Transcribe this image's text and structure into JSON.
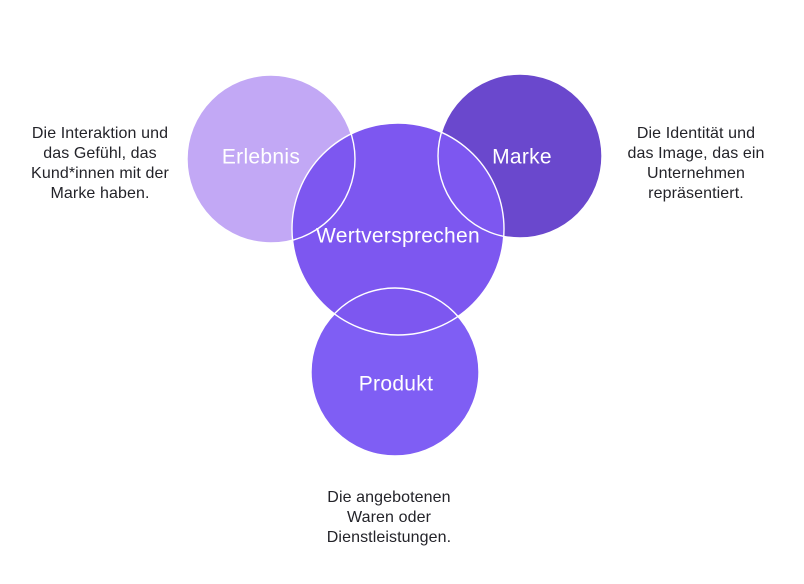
{
  "diagram": {
    "type": "venn",
    "background_color": "#ffffff",
    "outline_color": "#ffffff",
    "annotation_text_color": "#232329",
    "label_text_color": "#ffffff",
    "circles": {
      "erlebnis": {
        "label": "Erlebnis",
        "color": "#c2a8f5"
      },
      "marke": {
        "label": "Marke",
        "color": "#6a48cd"
      },
      "wertversprechen": {
        "label": "Wertversprechen",
        "color": "#7d57f0"
      },
      "produkt": {
        "label": "Produkt",
        "color": "#7f5ef4"
      }
    },
    "annotations": {
      "erlebnis": {
        "lines": [
          "Die Interaktion und",
          "das Gefühl, das",
          "Kund*innen mit der",
          "Marke haben."
        ]
      },
      "marke": {
        "lines": [
          "Die Identität und",
          "das Image, das ein",
          "Unternehmen",
          "repräsentiert."
        ]
      },
      "produkt": {
        "lines": [
          "Die angebotenen",
          "Waren oder",
          "Dienstleistungen."
        ]
      }
    }
  }
}
